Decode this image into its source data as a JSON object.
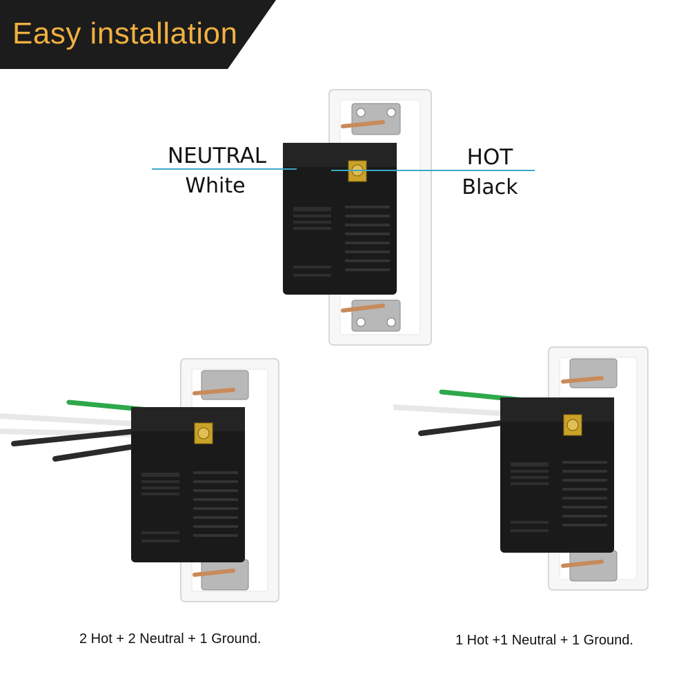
{
  "banner": {
    "title": "Easy installation"
  },
  "top_device": {
    "neutral": {
      "label": "NEUTRAL",
      "color": "White"
    },
    "hot": {
      "label": "HOT",
      "color": "Black"
    }
  },
  "bottom_left": {
    "caption": "2 Hot + 2 Neutral + 1 Ground."
  },
  "bottom_right": {
    "caption": "1 Hot +1 Neutral + 1 Ground."
  },
  "colors": {
    "banner_bg": "#1c1c1c",
    "banner_text": "#f0b040",
    "leader_line": "#3aa8c8",
    "ground_wire": "#2ea84a",
    "body": "#1a1a1a",
    "terminal": "#c9a227"
  }
}
